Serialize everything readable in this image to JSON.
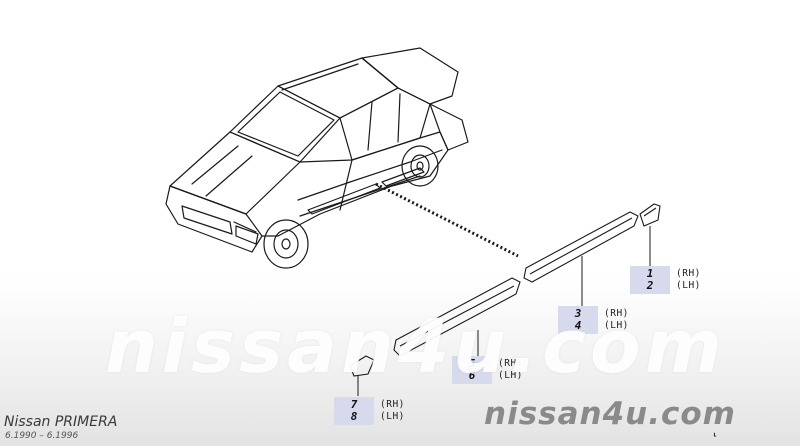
{
  "watermark": {
    "center_text": "nissan4u.com",
    "corner_text": "nissan4u.com"
  },
  "model": {
    "title": "Nissan PRIMERA",
    "years": "6.1990 – 6.1996"
  },
  "corner_mark": "⸤",
  "parts": [
    {
      "numbers": [
        "1",
        "2"
      ],
      "sides": [
        "(RH)",
        "(LH)"
      ]
    },
    {
      "numbers": [
        "3",
        "4"
      ],
      "sides": [
        "(RH)",
        "(LH)"
      ]
    },
    {
      "numbers": [
        "5",
        "6"
      ],
      "sides": [
        "(RH)",
        "(LH)"
      ]
    },
    {
      "numbers": [
        "7",
        "8"
      ],
      "sides": [
        "(RH)",
        "(LH)"
      ]
    }
  ]
}
